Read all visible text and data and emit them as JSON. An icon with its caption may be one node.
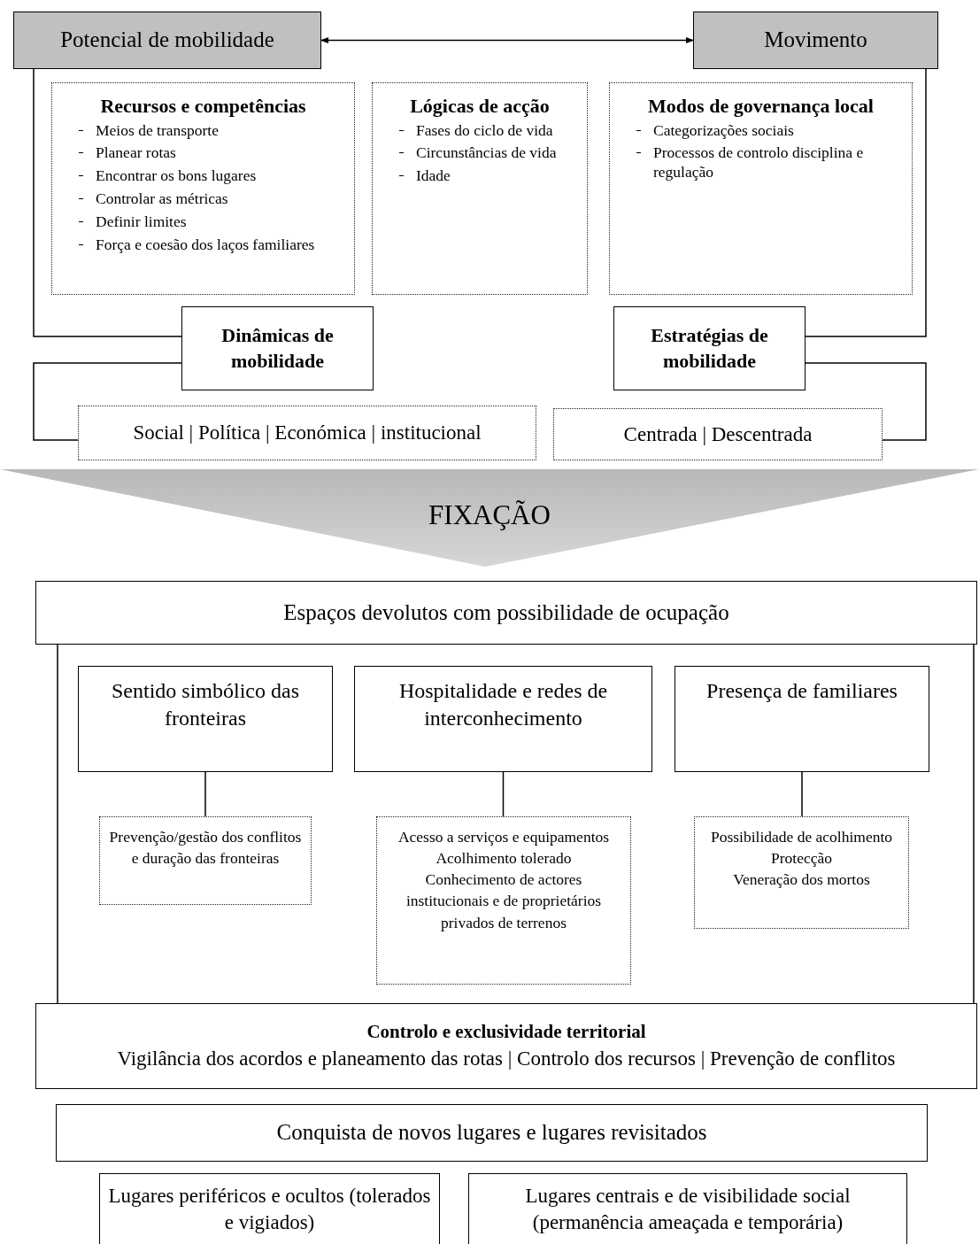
{
  "diagram": {
    "nodes": [
      {
        "text": [
          "Potencial de mobilidade"
        ]
      },
      {
        "text": [
          "Movimento"
        ]
      },
      {
        "text": [
          "Recursos e competências",
          "Meios de transporte",
          "Planear rotas",
          "Encontrar os bons lugares",
          "Controlar as métricas",
          "Definir limites",
          "Força e coesão dos laços familiares"
        ]
      },
      {
        "text": [
          "Lógicas de acção",
          "Fases do ciclo de vida",
          "Circunstâncias de vida",
          "Idade"
        ]
      },
      {
        "text": [
          "Modos de governança local",
          "Categorizações sociais",
          "Processos de controlo disciplina e regulação"
        ]
      },
      {
        "text": [
          "Dinâmicas de mobilidade"
        ]
      },
      {
        "text": [
          "Estratégias de mobilidade"
        ]
      },
      {
        "text": [
          "Social | Política | Económica | institucional"
        ]
      },
      {
        "text": [
          "Centrada | Descentrada"
        ]
      },
      {
        "text": [
          "FIXAÇÃO"
        ]
      },
      {
        "text": [
          "Espaços devolutos com possibilidade de ocupação"
        ]
      },
      {
        "text": [
          "Sentido simbólico das fronteiras"
        ]
      },
      {
        "text": [
          "Hospitalidade e redes de interconhecimento"
        ]
      },
      {
        "text": [
          "Presença de familiares"
        ]
      },
      {
        "text": [
          "Prevenção/gestão dos conflitos e duração das fronteiras"
        ]
      },
      {
        "text": [
          "Acesso a serviços e equipamentos",
          "Acolhimento tolerado",
          "Conhecimento de actores institucionais e de proprietários privados de terrenos"
        ]
      },
      {
        "text": [
          "Possibilidade de acolhimento",
          "Protecção",
          "Veneração dos mortos"
        ]
      },
      {
        "text": [
          "Controlo e exclusividade territorial",
          "Vigilância dos acordos e planeamento das rotas | Controlo dos recursos | Prevenção de conflitos"
        ]
      },
      {
        "text": [
          "Conquista de novos lugares e lugares revisitados"
        ]
      },
      {
        "text": [
          "Lugares periféricos e ocultos (tolerados e vigiados)"
        ]
      },
      {
        "text": [
          "Lugares centrais e de visibilidade social (permanência ameaçada e temporária)"
        ]
      }
    ],
    "edges": [
      {
        "from": 0,
        "to": 1,
        "arrow": "both"
      },
      {
        "from": 0,
        "to": 5,
        "arrow": "none"
      },
      {
        "from": 1,
        "to": 6,
        "arrow": "none"
      },
      {
        "from": 5,
        "to": 7,
        "arrow": "none"
      },
      {
        "from": 6,
        "to": 8,
        "arrow": "none"
      },
      {
        "from": 11,
        "to": 14,
        "arrow": "none"
      },
      {
        "from": 12,
        "to": 15,
        "arrow": "none"
      },
      {
        "from": 13,
        "to": 16,
        "arrow": "none"
      },
      {
        "from": 10,
        "to": 17,
        "arrow": "none"
      },
      {
        "from": 10,
        "to": 17,
        "arrow": "none"
      }
    ]
  }
}
